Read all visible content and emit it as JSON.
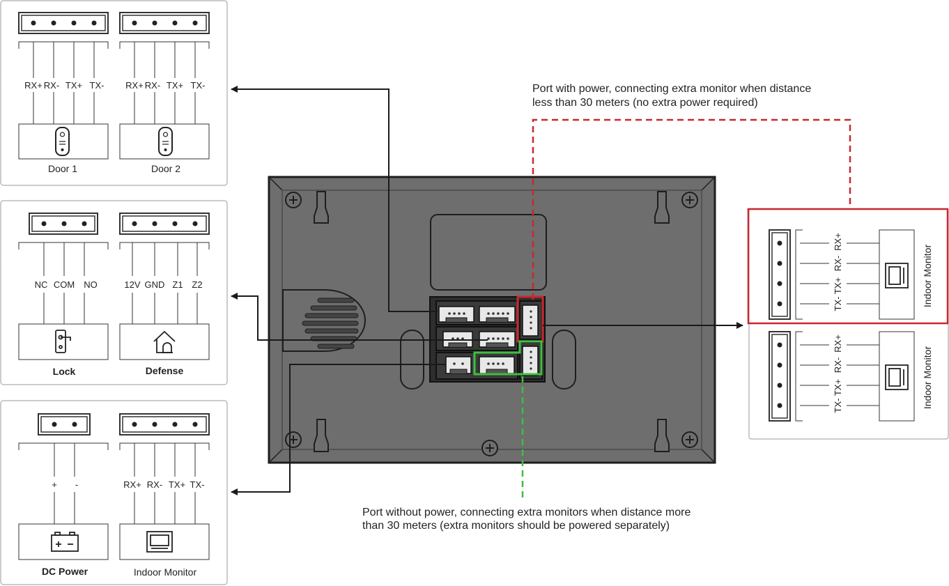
{
  "title": "",
  "colors": {
    "line": "#2a2a2a",
    "panel_border": "#9a9a9a",
    "device_body": "#6e6e6e",
    "device_dark": "#2e2e2e",
    "powered_port": "#c8282e",
    "unpowered_port": "#3fbf3f"
  },
  "panels": {
    "doors": {
      "door1": {
        "pins": [
          "RX+",
          "RX-",
          "TX+",
          "TX-"
        ],
        "caption": "Door 1",
        "icon": "door-station-icon"
      },
      "door2": {
        "pins": [
          "RX+",
          "RX-",
          "TX+",
          "TX-"
        ],
        "caption": "Door 2",
        "icon": "door-station-icon"
      }
    },
    "lock_defense": {
      "lock": {
        "pins": [
          "NC",
          "COM",
          "NO"
        ],
        "caption": "Lock",
        "icon": "door-lock-icon"
      },
      "defense": {
        "pins": [
          "12V",
          "GND",
          "Z1",
          "Z2"
        ],
        "caption": "Defense",
        "icon": "home-alarm-icon"
      }
    },
    "power_monitor": {
      "power": {
        "pins": [
          "+",
          "-"
        ],
        "caption": "DC Power",
        "icon": "battery-icon"
      },
      "monitor": {
        "pins": [
          "RX+",
          "RX-",
          "TX+",
          "TX-"
        ],
        "caption": "Indoor Monitor",
        "icon": "monitor-icon"
      }
    }
  },
  "extra_monitors": [
    {
      "pins": [
        "RX+",
        "RX-",
        "TX+",
        "TX-"
      ],
      "caption": "Indoor Monitor",
      "icon": "monitor-icon"
    },
    {
      "pins": [
        "RX+",
        "RX-",
        "TX+",
        "TX-"
      ],
      "caption": "Indoor Monitor",
      "icon": "monitor-icon"
    }
  ],
  "notes": {
    "powered_port": {
      "line1": "Port with power, connecting extra monitor when distance",
      "line2": "less than 30 meters (no extra power required)"
    },
    "unpowered_port": {
      "line1": "Port without power, connecting extra monitors when distance more",
      "line2": "than 30 meters (extra monitors should be powered separately)"
    }
  }
}
